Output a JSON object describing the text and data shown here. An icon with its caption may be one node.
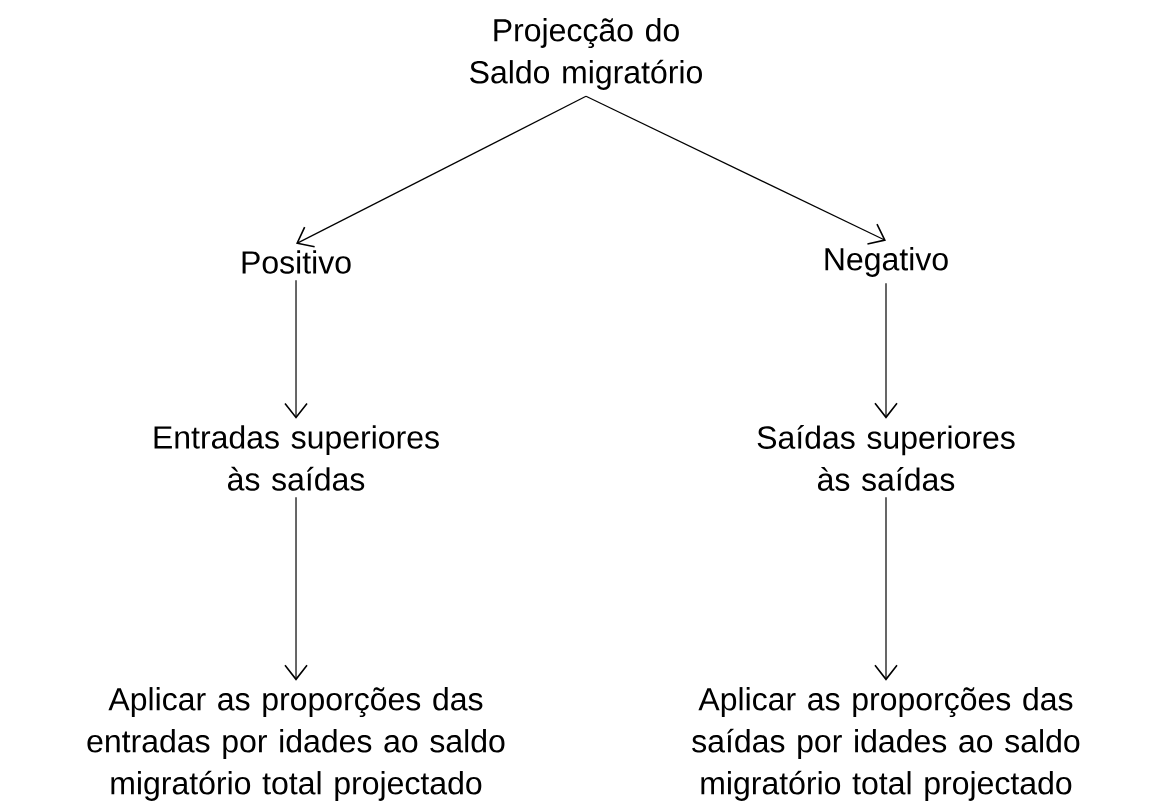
{
  "diagram": {
    "nodes": [
      {
        "text": [
          "Projecção do Saldo migratório"
        ]
      },
      {
        "text": [
          "Positivo"
        ]
      },
      {
        "text": [
          "Negativo"
        ]
      },
      {
        "text": [
          "Entradas superiores às saídas"
        ]
      },
      {
        "text": [
          "Saídas superiores às saídas"
        ]
      },
      {
        "text": [
          "Aplicar as proporções das entradas por idades ao saldo migratório total projectado"
        ]
      },
      {
        "text": [
          "Aplicar as proporções das saídas por idades ao saldo migratório total projectado"
        ]
      }
    ],
    "edges": [
      {
        "from": 0,
        "to": 1,
        "arrow": "to"
      },
      {
        "from": 0,
        "to": 2,
        "arrow": "to"
      },
      {
        "from": 1,
        "to": 3,
        "arrow": "to"
      },
      {
        "from": 2,
        "to": 4,
        "arrow": "to"
      },
      {
        "from": 3,
        "to": 5,
        "arrow": "to"
      },
      {
        "from": 4,
        "to": 6,
        "arrow": "to"
      }
    ]
  }
}
